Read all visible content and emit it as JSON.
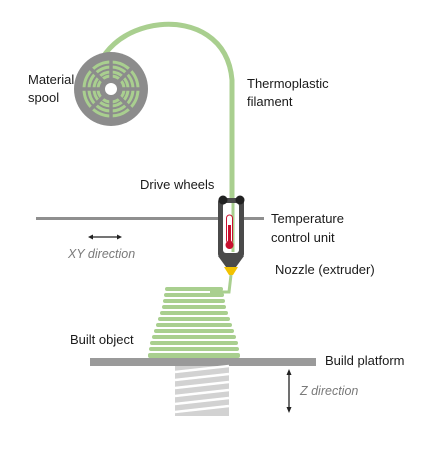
{
  "labels": {
    "material_spool": [
      "Material",
      "spool"
    ],
    "thermoplastic_filament": [
      "Thermoplastic",
      "filament"
    ],
    "drive_wheels": "Drive wheels",
    "temperature_control_unit": [
      "Temperature",
      "control unit"
    ],
    "xy_direction": "XY direction",
    "nozzle": "Nozzle (extruder)",
    "built_object": "Built object",
    "build_platform": "Build platform",
    "z_direction": "Z direction"
  },
  "colors": {
    "filament": "#a9cf8f",
    "spool": "#8c8c8c",
    "rail": "#8f8f8f",
    "platform": "#9a9a9a",
    "screw": "#d2d2d2",
    "thermometer": "#c8102e",
    "nozzle_tip": "#f2c200"
  }
}
